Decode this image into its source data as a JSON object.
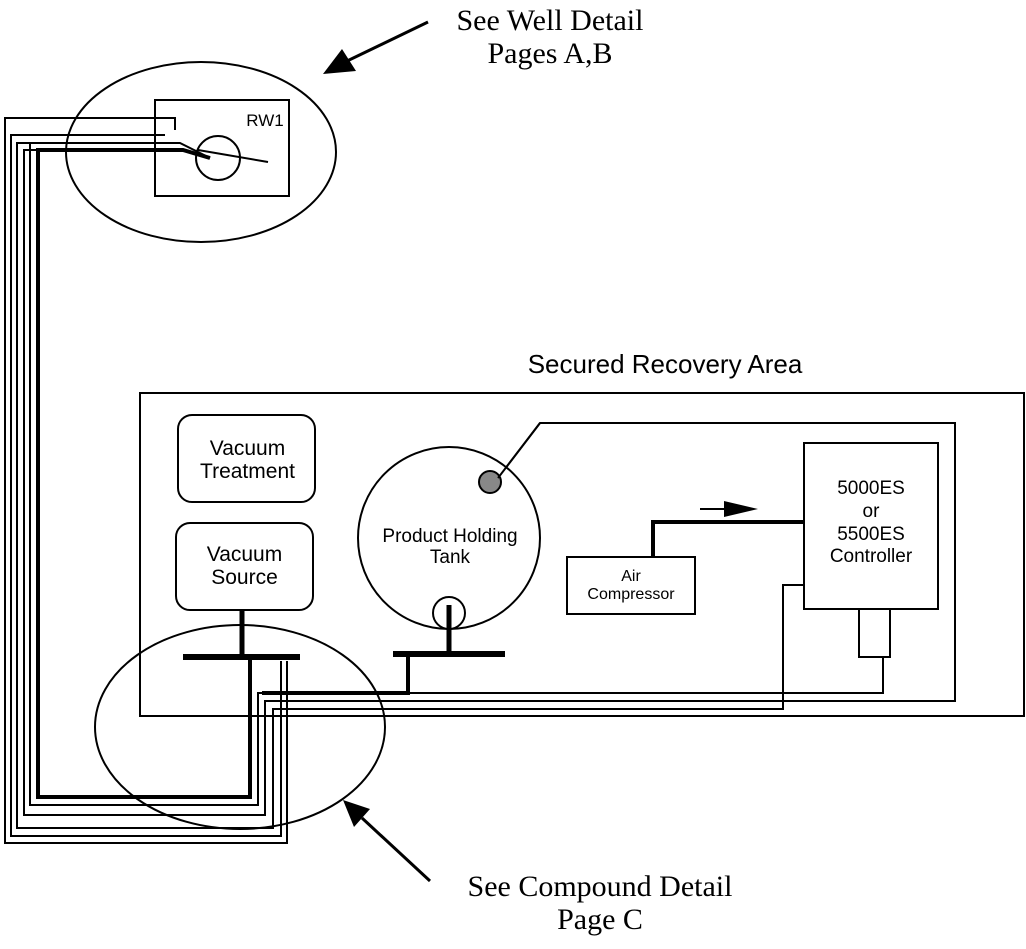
{
  "callouts": {
    "well": {
      "line1": "See Well Detail",
      "line2": "Pages A,B"
    },
    "compound": {
      "line1": "See Compound Detail",
      "line2": "Page C"
    }
  },
  "well_label": "RW1",
  "area_title": "Secured Recovery Area",
  "components": {
    "vacuum_treatment": {
      "line1": "Vacuum",
      "line2": "Treatment"
    },
    "vacuum_source": {
      "line1": "Vacuum",
      "line2": "Source"
    },
    "tank": {
      "line1": "Product Holding",
      "line2": "Tank"
    },
    "air_compressor": {
      "line1": "Air",
      "line2": "Compressor"
    },
    "controller": {
      "line1": "5000ES",
      "line2": "or",
      "line3": "5500ES",
      "line4": "Controller"
    }
  },
  "colors": {
    "ink": "#000000",
    "sensor_fill": "#888888",
    "background": "#ffffff"
  }
}
